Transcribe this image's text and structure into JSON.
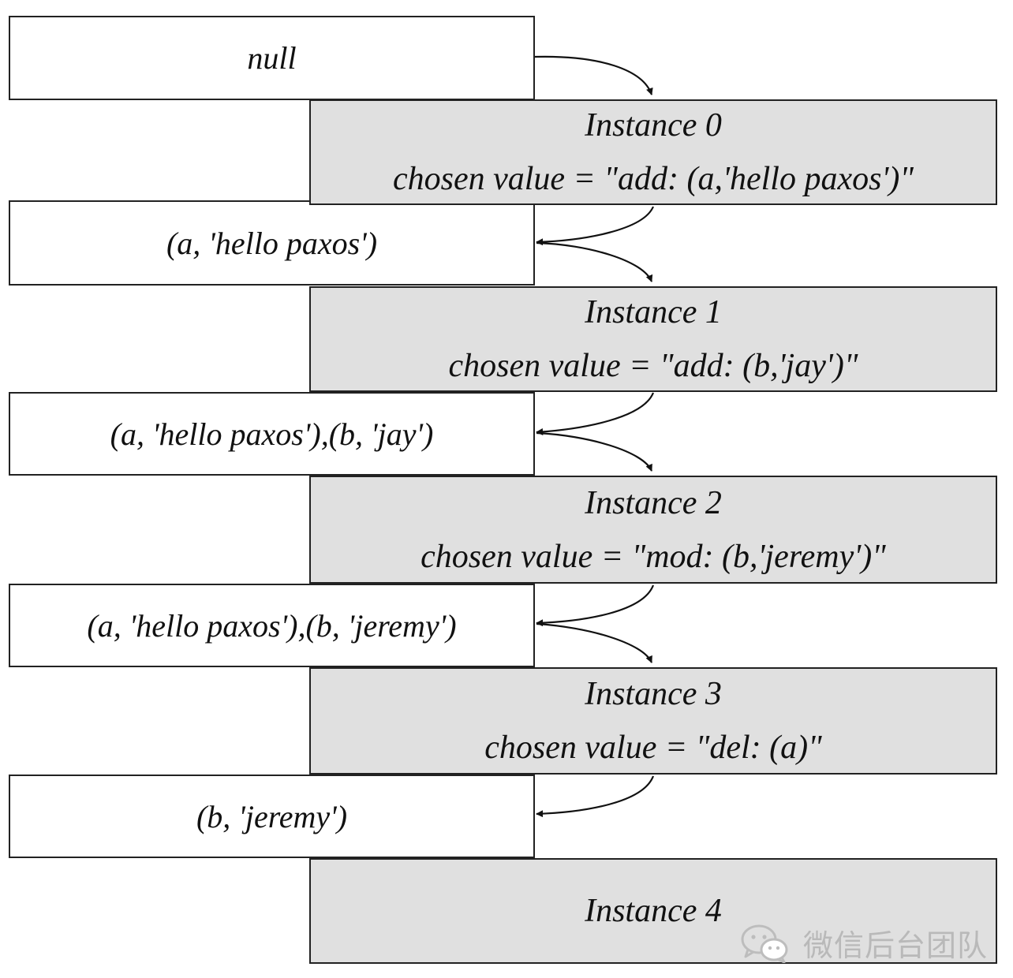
{
  "states": [
    {
      "text": "null"
    },
    {
      "text": "(a, 'hello paxos')"
    },
    {
      "text": "(a, 'hello paxos'),(b, 'jay')"
    },
    {
      "text": "(a, 'hello paxos'),(b, 'jeremy')"
    },
    {
      "text": "(b, 'jeremy')"
    }
  ],
  "instances": [
    {
      "title": "Instance 0",
      "value": "chosen value = \"add: (a,'hello paxos')\""
    },
    {
      "title": "Instance 1",
      "value": "chosen value = \"add: (b,'jay')\""
    },
    {
      "title": "Instance 2",
      "value": "chosen value = \"mod: (b,'jeremy')\""
    },
    {
      "title": "Instance 3",
      "value": "chosen value = \"del: (a)\""
    },
    {
      "title": "Instance 4"
    }
  ],
  "watermark": {
    "text": "微信后台团队",
    "icon": "wechat-logo"
  },
  "colors": {
    "instance_fill": "#e0e0e0",
    "state_fill": "#ffffff",
    "stroke": "#222222",
    "watermark": "#b9b9b9"
  }
}
